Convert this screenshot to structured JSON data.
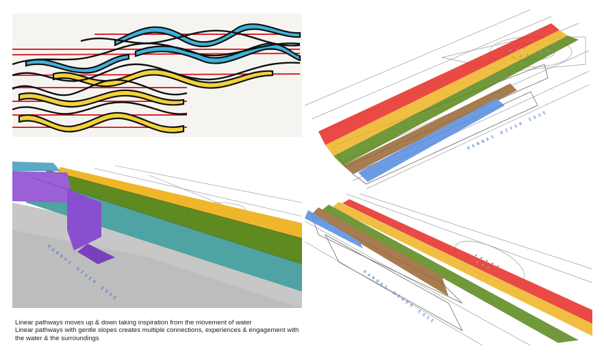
{
  "labels": {
    "river_edge_tr": "RANNAS RIVER EDGE",
    "river_edge_bl": "RANNAS RIVER EDGE",
    "river_edge_br": "RANNAS RIVER EDGE"
  },
  "caption": {
    "line1": "Linear pathways moves up & down taking inspiration from the movement of water",
    "line2": "Linear pathways with gentle slopes creates multiple connections, experiences & engagement with",
    "line3": "the water & the surroundings"
  },
  "colors": {
    "red": "#e8322b",
    "yellow": "#efb62a",
    "green": "#5e8a1f",
    "brown": "#9c6a3a",
    "blue": "#5a8fe0",
    "teal": "#4fa3a3",
    "purple": "#9b5fd6",
    "ribbon_blue": "#3fb1d8",
    "ink": "#1a1a1a"
  }
}
